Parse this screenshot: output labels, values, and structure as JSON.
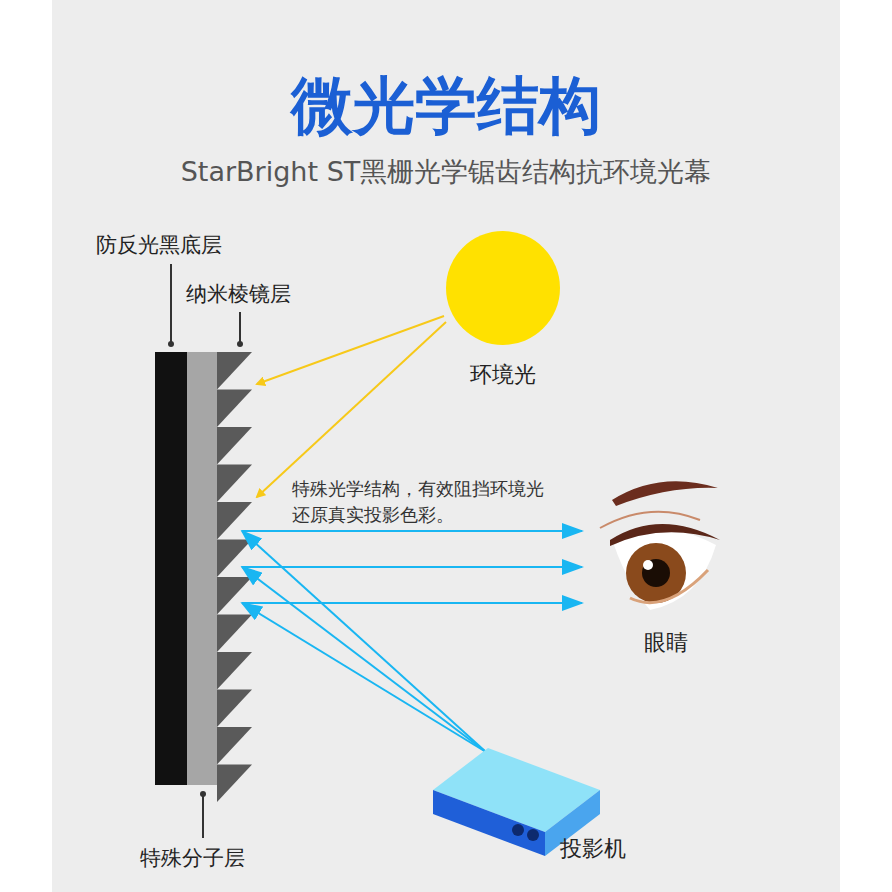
{
  "diagram": {
    "title": "微光学结构",
    "nodes": [
      {
        "text": [
          "环境光"
        ]
      },
      {
        "text": [
          "眼睛"
        ]
      },
      {
        "text": [
          "投影机"
        ]
      }
    ],
    "labels": [
      "StarBright ST黑栅光学锯齿结构抗环境光幕",
      "防反光黑底层",
      "纳米棱镜层",
      "特殊光学结构，有效阻挡环境光 还原真实投影色彩。",
      "特殊分子层"
    ]
  }
}
